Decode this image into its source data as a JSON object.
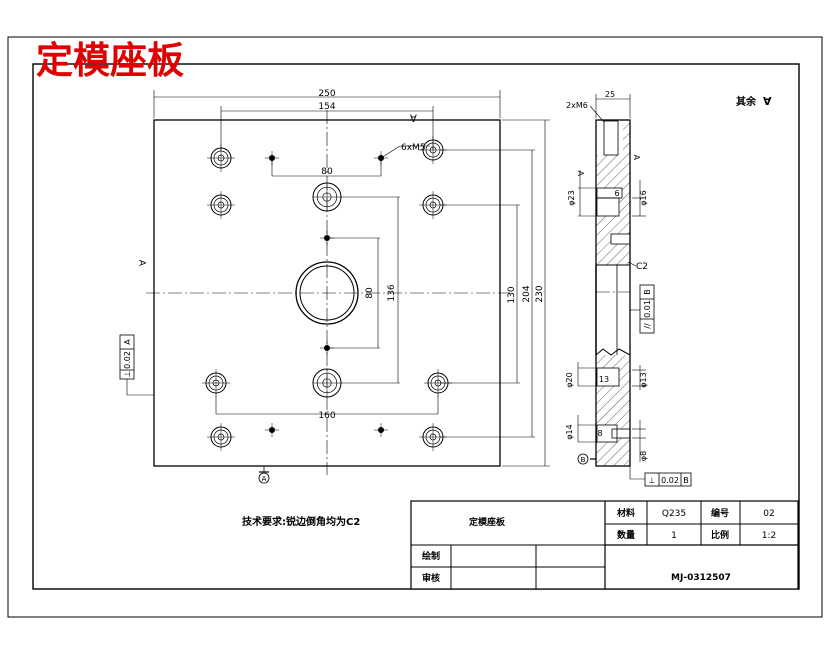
{
  "title": "定模座板",
  "note": "技术要求:锐边倒角均为C2",
  "roughness_other": "其余",
  "roughness_symbol": "∀",
  "front_view": {
    "dims": {
      "width_total": "250",
      "width_holes": "154",
      "top_hole_pitch": "80",
      "bottom_hole_pitch": "160",
      "thread_callout": "6xM5",
      "v_pitch_inner": "80",
      "v_pitch_mid": "136",
      "v_pitch_outer": "130",
      "v_pitch_204": "204",
      "height_total": "230"
    },
    "tolerance": {
      "symbol": "⊥",
      "value": "0.02",
      "datum": "A"
    },
    "datum_label": "A"
  },
  "side_view": {
    "dims": {
      "thickness": "25",
      "screw": "2xM6",
      "dia_23": "φ23",
      "depth_6": "6",
      "dia_16": "φ16",
      "chamfer": "C2",
      "dia_20": "φ20",
      "depth_13": "13",
      "dia_13": "φ13",
      "dia_14": "φ14",
      "depth_8": "8",
      "dia_8": "φ8"
    },
    "parallel_tol": {
      "symbol": "//",
      "value": "0.01",
      "datum": "B"
    },
    "perp_tol": {
      "symbol": "⊥",
      "value": "0.02",
      "datum": "B"
    },
    "datum_label": "B"
  },
  "title_block": {
    "part_name": "定模座板",
    "material_label": "材料",
    "material_value": "Q235",
    "number_label": "编号",
    "number_value": "02",
    "quantity_label": "数量",
    "quantity_value": "1",
    "scale_label": "比例",
    "scale_value": "1:2",
    "drawn_label": "绘制",
    "checked_label": "审核",
    "drawing_no": "MJ-0312507"
  }
}
